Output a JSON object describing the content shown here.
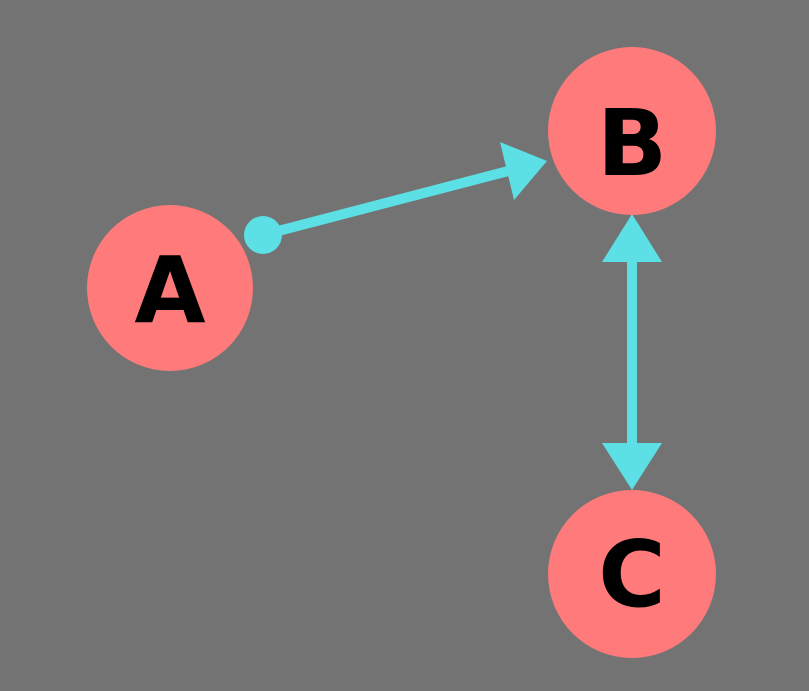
{
  "colors": {
    "background": "#737373",
    "node_fill": "#ff7b7b",
    "edge": "#5ce0e6",
    "label": "#000000"
  },
  "nodes": [
    {
      "id": "A",
      "label": "A"
    },
    {
      "id": "B",
      "label": "B"
    },
    {
      "id": "C",
      "label": "C"
    }
  ],
  "edges": [
    {
      "from": "A",
      "to": "B",
      "start_marker": "dot",
      "end_marker": "arrow"
    },
    {
      "from": "B",
      "to": "C",
      "start_marker": "arrow",
      "end_marker": "arrow"
    }
  ]
}
